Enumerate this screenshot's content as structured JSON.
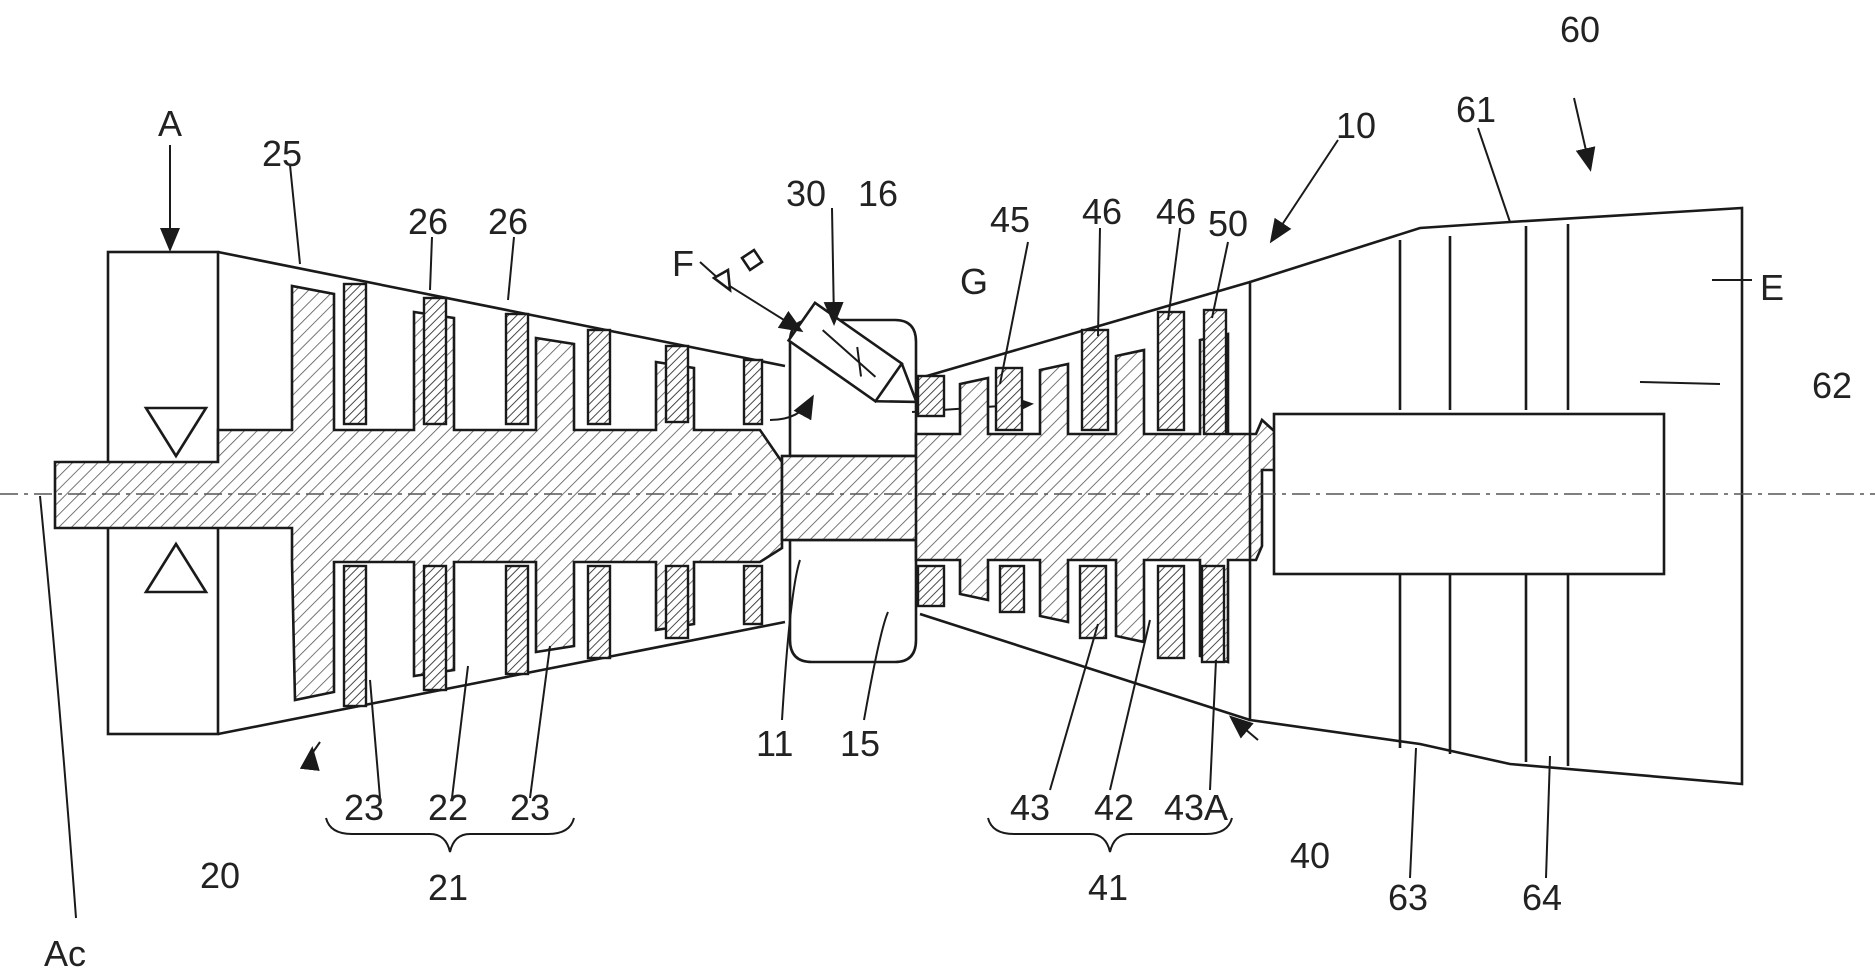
{
  "labels": {
    "n60": "60",
    "n61": "61",
    "n10": "10",
    "nA": "A",
    "n25": "25",
    "n26a": "26",
    "n26b": "26",
    "n30": "30",
    "n16": "16",
    "nF": "F",
    "nG": "G",
    "n45": "45",
    "n46a": "46",
    "n46b": "46",
    "n50": "50",
    "nE": "E",
    "n62": "62",
    "n11": "11",
    "n15": "15",
    "n23a": "23",
    "n22": "22",
    "n23b": "23",
    "n20": "20",
    "n21": "21",
    "n43": "43",
    "n42": "42",
    "n43A": "43A",
    "n40": "40",
    "n41": "41",
    "n63": "63",
    "n64": "64",
    "nAc": "Ac"
  },
  "colors": {
    "line": "#1a1a1a",
    "background": "#ffffff"
  }
}
